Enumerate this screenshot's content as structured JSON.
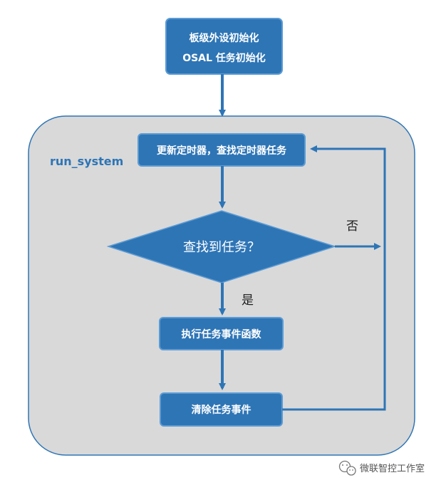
{
  "container": {
    "label": "run_system",
    "fill": "#d9d9d9",
    "stroke": "#2e75b6"
  },
  "nodes": {
    "init": {
      "line1": "板级外设初始化",
      "line2": "OSAL 任务初始化"
    },
    "update": {
      "label": "更新定时器，查找定时器任务"
    },
    "decision": {
      "label": "查找到任务？"
    },
    "execute": {
      "label": "执行任务事件函数"
    },
    "clear": {
      "label": "清除任务事件"
    }
  },
  "edges": {
    "yes_label": "是",
    "no_label": "否"
  },
  "watermark": {
    "text": "微联智控工作室",
    "icon": "wechat-icon"
  },
  "colors": {
    "node_fill": "#2e75b6",
    "node_stroke": "#5b9bd5",
    "arrow": "#2e75b6"
  }
}
